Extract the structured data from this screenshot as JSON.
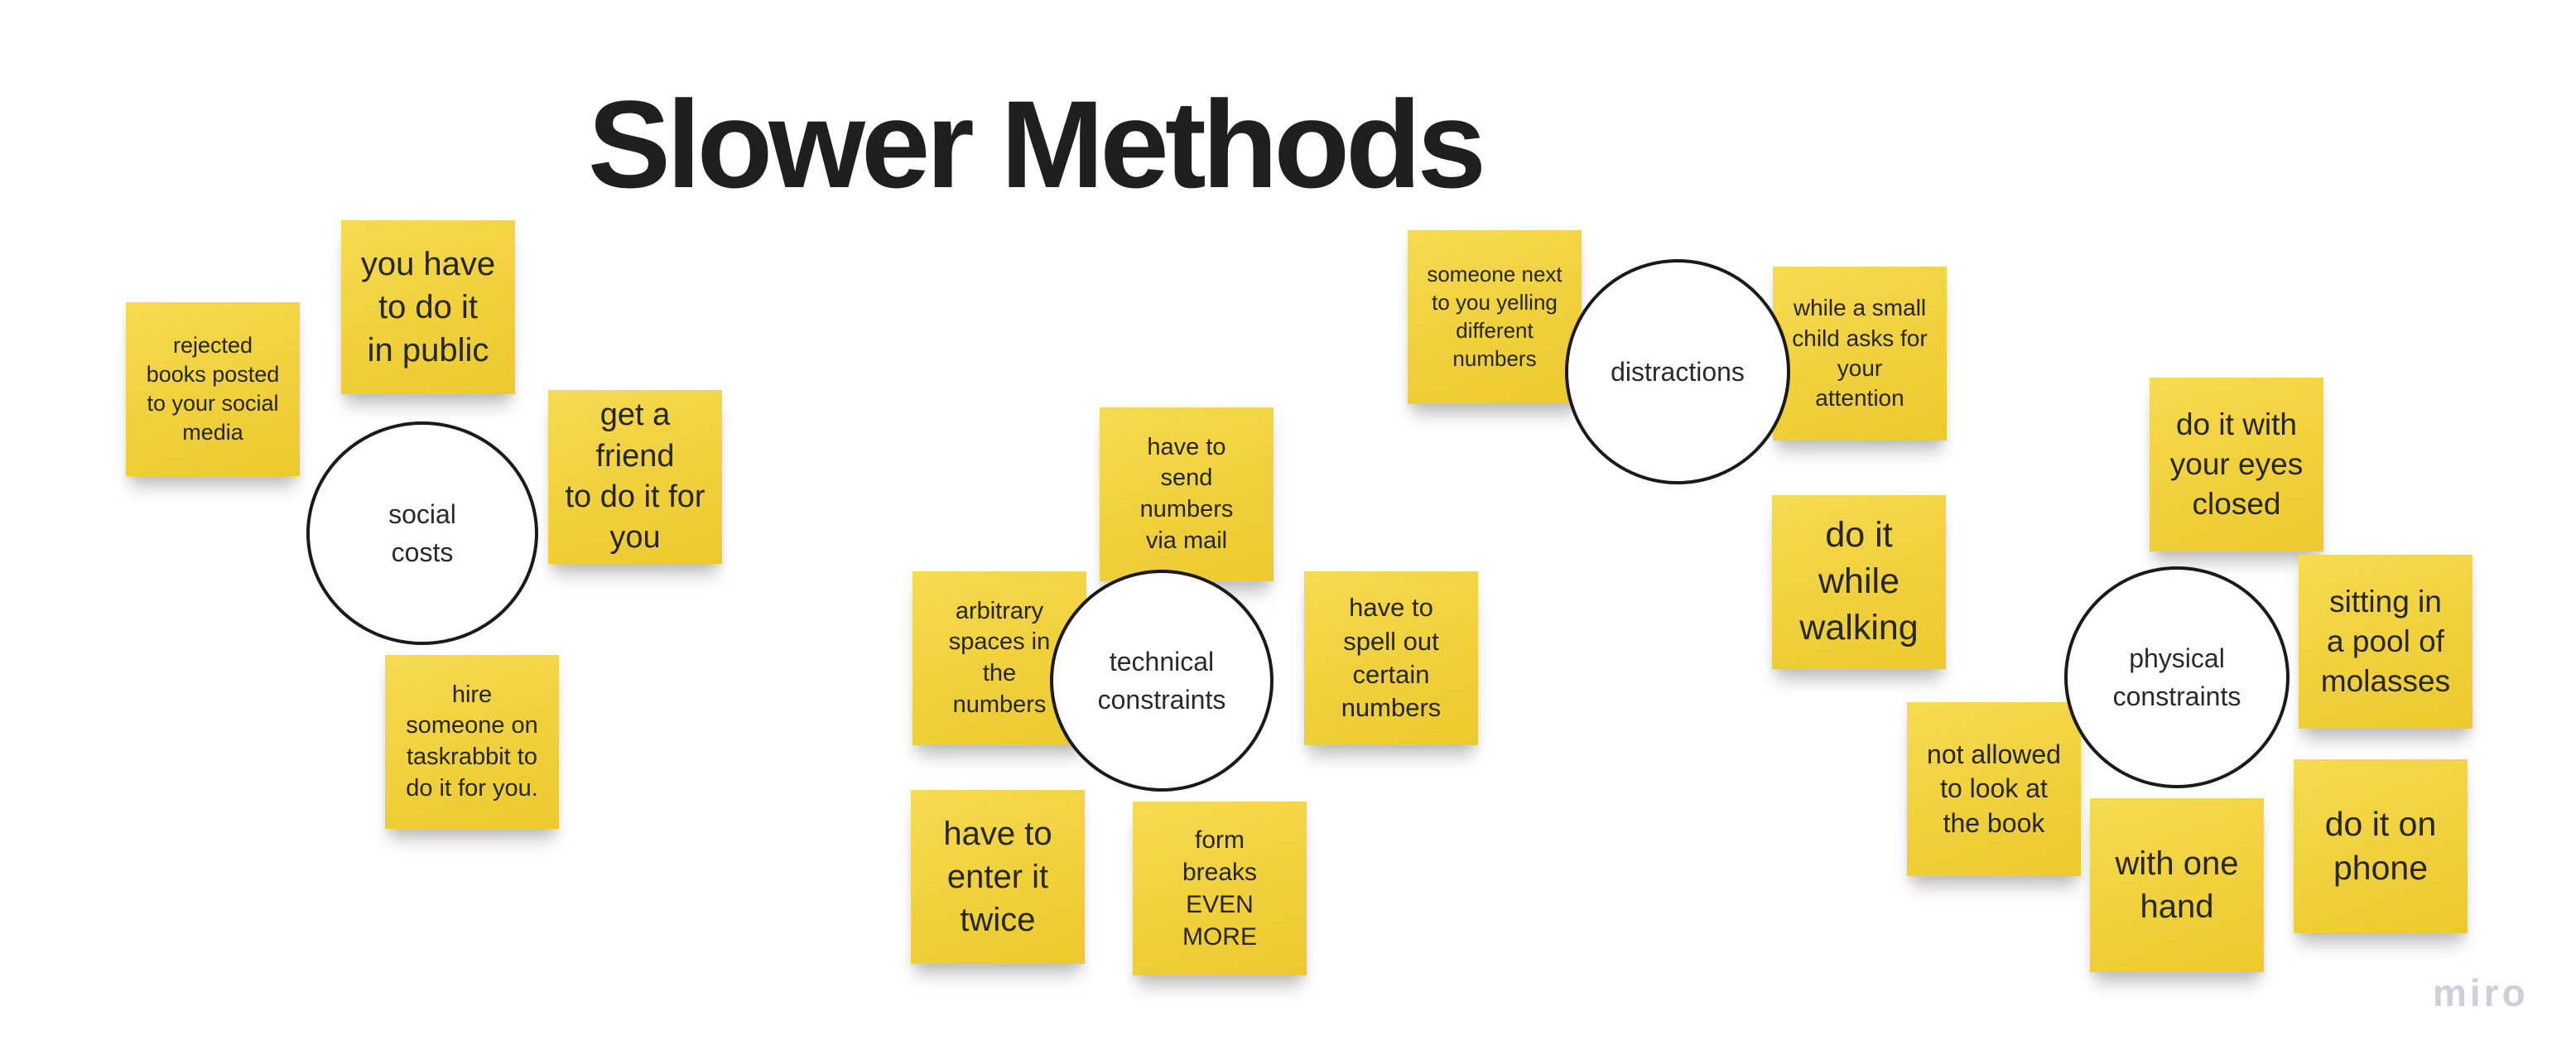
{
  "board": {
    "title": "Slower Methods",
    "watermark": "miro",
    "colors": {
      "background": "#FFFFFF",
      "sticky_yellow": "#EFCF38",
      "sticky_text": "#262626",
      "circle_fill": "#FFFFFF",
      "circle_stroke": "#1A1A1A",
      "title_color": "#1F1F1F",
      "watermark_color": "#CFCED9"
    },
    "clusters": [
      {
        "label": "social\ncosts",
        "notes": [
          "rejected\nbooks posted\nto your social\nmedia",
          "you have\nto do it\nin public",
          "get a friend\nto do it for\nyou",
          "hire\nsomeone on\ntaskrabbit to\ndo it for you."
        ]
      },
      {
        "label": "technical\nconstraints",
        "notes": [
          "have to\nsend\nnumbers\nvia mail",
          "arbitrary\nspaces in\nthe\nnumbers",
          "have to\nspell out\ncertain\nnumbers",
          "have to\nenter it\ntwice",
          "form\nbreaks\nEVEN\nMORE"
        ]
      },
      {
        "label": "distractions",
        "notes": [
          "someone next\nto you yelling\ndifferent\nnumbers",
          "while a small\nchild asks for\nyour\nattention"
        ]
      },
      {
        "label": "physical\nconstraints",
        "notes": [
          "do it\nwhile\nwalking",
          "do it with\nyour eyes\nclosed",
          "sitting in\na pool of\nmolasses",
          "not allowed\nto look at\nthe book",
          "with one\nhand",
          "do it on\nphone"
        ]
      }
    ]
  }
}
